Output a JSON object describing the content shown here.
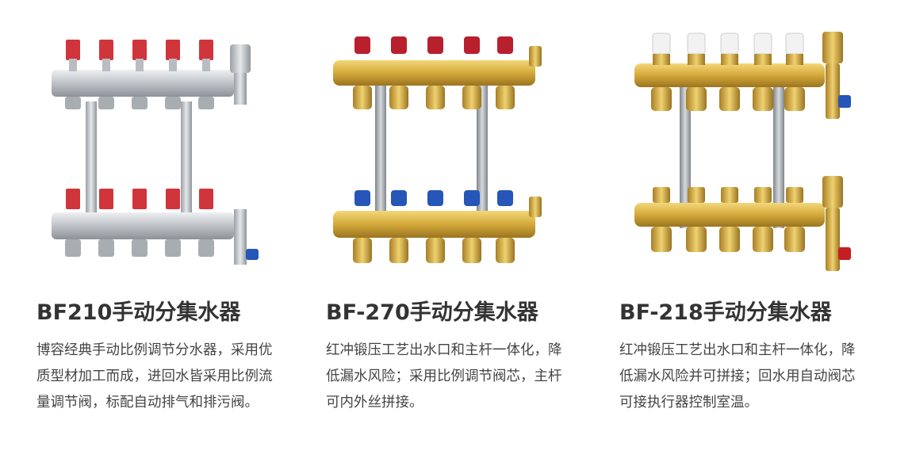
{
  "products": [
    {
      "title": "BF210手动分集水器",
      "description": "博容经典手动比例调节分水器，采用优质型材加工而成，进回水皆采用比例流量调节阀，标配自动排气和排污阀。",
      "image_icon": "stainless-manifold-icon",
      "colors": {
        "body": "#c9ccd0",
        "caps": "#d0353b"
      }
    },
    {
      "title": "BF-270手动分集水器",
      "description": "红冲锻压工艺出水口和主杆一体化，降低漏水风险；采用比例调节阀芯，主杆可内外丝拼接。",
      "image_icon": "brass-manifold-icon",
      "colors": {
        "body": "#d4a93a",
        "caps_top": "#b8202e",
        "caps_bottom": "#2556b8"
      }
    },
    {
      "title": "BF-218手动分集水器",
      "description": "红冲锻压工艺出水口和主杆一体化，降低漏水风险并可拼接；回水用自动阀芯可接执行器控制室温。",
      "image_icon": "brass-manifold-icon",
      "colors": {
        "body": "#d4a93a",
        "caps_top": "#f2f2f2"
      }
    }
  ]
}
